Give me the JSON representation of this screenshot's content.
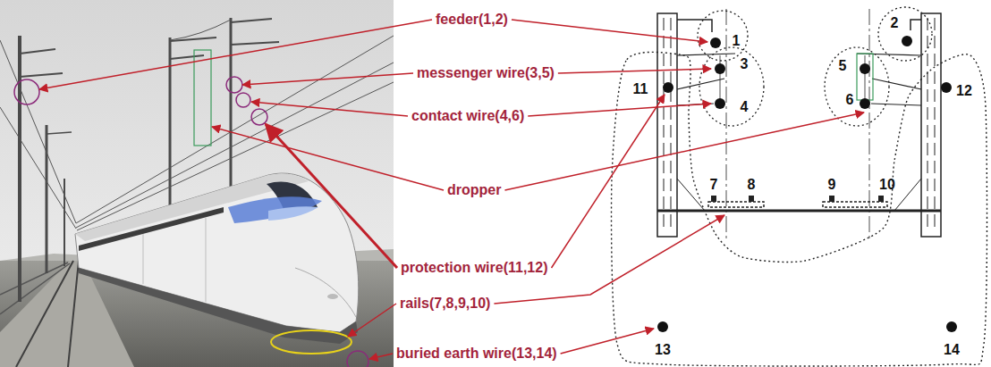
{
  "diagram": {
    "labels": [
      "feeder(1,2)",
      "messenger wire(3,5)",
      "contact wire(4,6)",
      "dropper",
      "protection wire(11,12)",
      "rails(7,8,9,10)",
      "buried earth wire(13,14)",
      "1",
      "2",
      "3",
      "5",
      "11",
      "4",
      "6",
      "12",
      "7",
      "8",
      "9",
      "10",
      "13",
      "14"
    ]
  }
}
